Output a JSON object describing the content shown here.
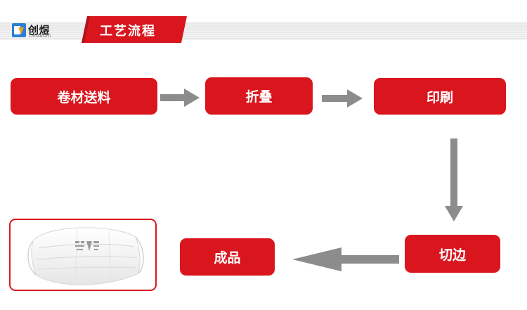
{
  "brand": {
    "name": "创煜",
    "sub": "CHUANGYU"
  },
  "section": {
    "title": "工艺流程"
  },
  "steps": [
    {
      "label": "卷材送料"
    },
    {
      "label": "折叠"
    },
    {
      "label": "印刷"
    },
    {
      "label": "切边"
    },
    {
      "label": "成品"
    }
  ],
  "colors": {
    "accent": "#d9161e",
    "arrow": "#8c8c8c",
    "header_strip": "#e9e9e9",
    "logo_blue": "#2a7fd4",
    "logo_orange": "#f0a21e"
  },
  "icons": {
    "logo": "creative-logo-icon",
    "arrow": "arrow-icon",
    "product": "mask-product-image"
  }
}
